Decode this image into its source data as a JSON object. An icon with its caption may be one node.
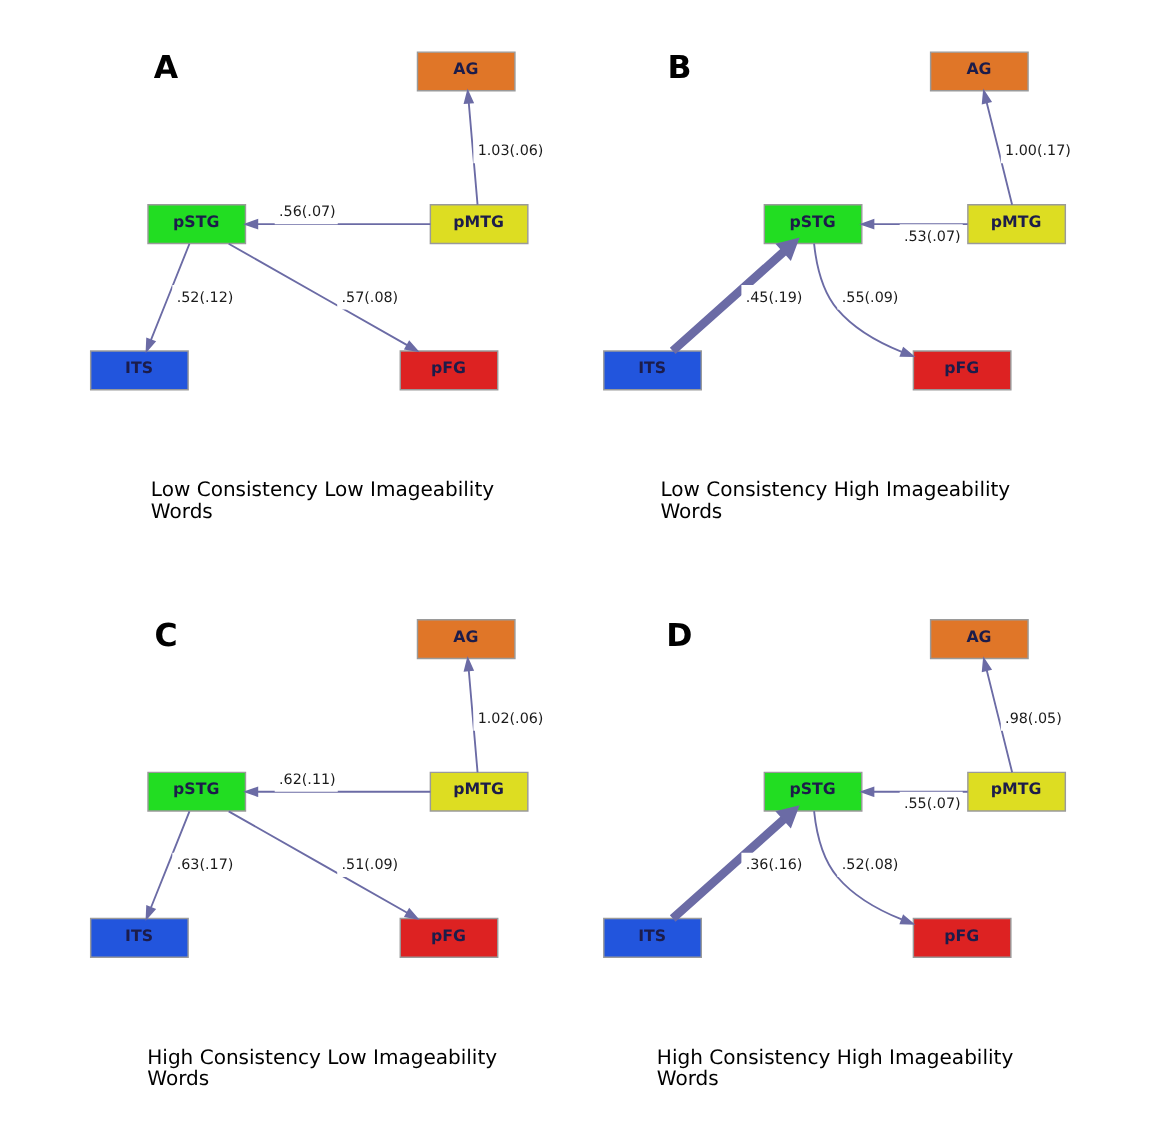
{
  "diagram": {
    "nodes": [
      {
        "text": [
          "AG"
        ]
      },
      {
        "text": [
          "pSTG"
        ]
      },
      {
        "text": [
          "pMTG"
        ]
      },
      {
        "text": [
          "ITS"
        ]
      },
      {
        "text": [
          "pFG"
        ]
      },
      {
        "text": [
          "AG"
        ]
      },
      {
        "text": [
          "pSTG"
        ]
      },
      {
        "text": [
          "pMTG"
        ]
      },
      {
        "text": [
          "ITS"
        ]
      },
      {
        "text": [
          "pFG"
        ]
      },
      {
        "text": [
          "AG"
        ]
      },
      {
        "text": [
          "pSTG"
        ]
      },
      {
        "text": [
          "pMTG"
        ]
      },
      {
        "text": [
          "ITS"
        ]
      },
      {
        "text": [
          "pFG"
        ]
      },
      {
        "text": [
          "AG"
        ]
      },
      {
        "text": [
          "pSTG"
        ]
      },
      {
        "text": [
          "pMTG"
        ]
      },
      {
        "text": [
          "ITS"
        ]
      },
      {
        "text": [
          "pFG"
        ]
      }
    ],
    "edges": [
      {
        "from": 2,
        "to": 0,
        "arrow": "to",
        "label": "1.03(.06)"
      },
      {
        "from": 2,
        "to": 1,
        "arrow": "to",
        "label": ".56(.07)"
      },
      {
        "from": 1,
        "to": 3,
        "arrow": "to",
        "label": ".52(.12)"
      },
      {
        "from": 1,
        "to": 4,
        "arrow": "to",
        "label": ".57(.08)"
      },
      {
        "from": 7,
        "to": 5,
        "arrow": "to",
        "label": "1.00(.17)"
      },
      {
        "from": 7,
        "to": 6,
        "arrow": "to",
        "label": ".53(.07)"
      },
      {
        "from": 8,
        "to": 6,
        "arrow": "to",
        "label": ".45(.19)",
        "style": "thick"
      },
      {
        "from": 6,
        "to": 9,
        "arrow": "to",
        "label": ".55(.09)"
      },
      {
        "from": 12,
        "to": 10,
        "arrow": "to",
        "label": "1.02(.06)"
      },
      {
        "from": 12,
        "to": 11,
        "arrow": "to",
        "label": ".62(.11)"
      },
      {
        "from": 11,
        "to": 13,
        "arrow": "to",
        "label": ".63(.17)"
      },
      {
        "from": 11,
        "to": 14,
        "arrow": "to",
        "label": ".51(.09)"
      },
      {
        "from": 17,
        "to": 15,
        "arrow": "to",
        "label": ".98(.05)"
      },
      {
        "from": 17,
        "to": 16,
        "arrow": "to",
        "label": ".55(.07)"
      },
      {
        "from": 18,
        "to": 16,
        "arrow": "to",
        "label": ".36(.16)",
        "style": "thick"
      },
      {
        "from": 16,
        "to": 19,
        "arrow": "to",
        "label": ".52(.08)"
      }
    ],
    "labels": [
      "A",
      "Low Consistency Low Imageability Words",
      "B",
      "Low Consistency High Imageability Words",
      "C",
      "High Consistency Low Imageability Words",
      "D",
      "High Consistency High Imageability Words"
    ]
  }
}
